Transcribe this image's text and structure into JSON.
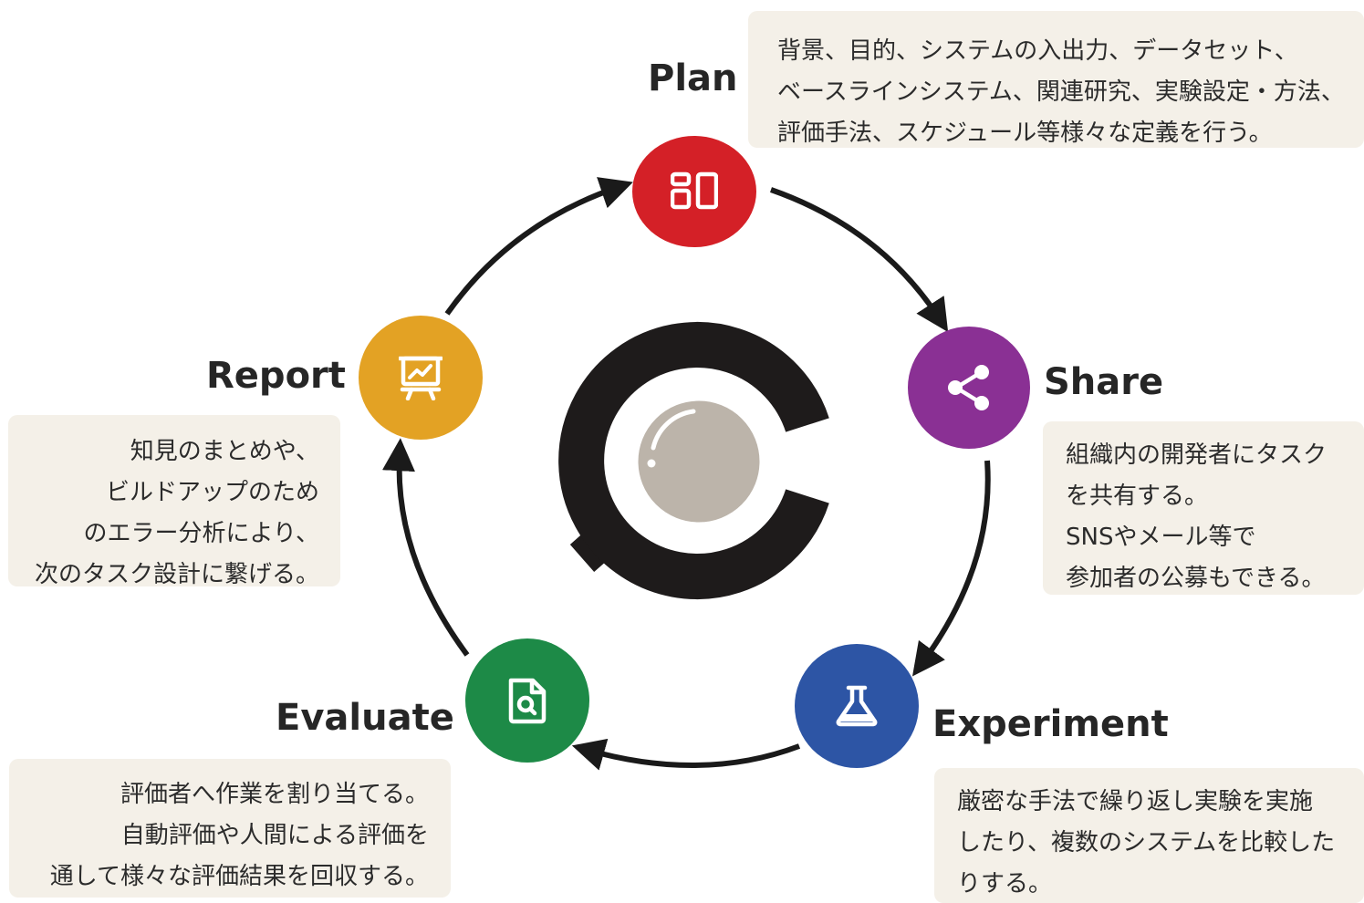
{
  "colors": {
    "plan": "#d42027",
    "share": "#8a3094",
    "experiment": "#2d55a5",
    "evaluate": "#1d8a47",
    "report": "#e3a224",
    "box_bg": "#f4f0e8",
    "arrow": "#1a1a1a",
    "logo_dark": "#1e1b1b",
    "logo_lens": "#bcb4aa"
  },
  "steps": {
    "plan": {
      "label": "Plan",
      "icon": "layout-grid-icon",
      "lines": [
        "背景、目的、システムの入出力、データセット、",
        "ベースラインシステム、関連研究、実験設定・方法、",
        "評価手法、スケジュール等様々な定義を行う。"
      ]
    },
    "share": {
      "label": "Share",
      "icon": "share-icon",
      "lines": [
        "組織内の開発者にタスク",
        "を共有する。",
        "SNSやメール等で",
        "参加者の公募もできる。"
      ]
    },
    "experiment": {
      "label": "Experiment",
      "icon": "flask-icon",
      "lines": [
        "厳密な手法で繰り返し実験を実施",
        "したり、複数のシステムを比較した",
        "りする。"
      ]
    },
    "evaluate": {
      "label": "Evaluate",
      "icon": "document-search-icon",
      "lines": [
        "評価者へ作業を割り当てる。",
        "自動評価や人間による評価を",
        "通して様々な評価結果を回収する。"
      ]
    },
    "report": {
      "label": "Report",
      "icon": "presentation-chart-icon",
      "lines": [
        "知見のまとめや、",
        "ビルドアップのため",
        "のエラー分析により、",
        "次のタスク設計に繋げる。"
      ]
    }
  },
  "center": {
    "icon": "magnifier-logo-icon"
  }
}
